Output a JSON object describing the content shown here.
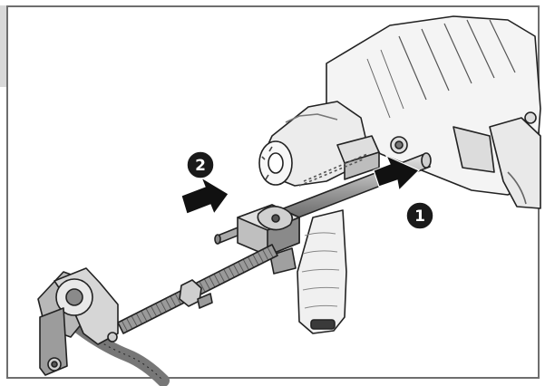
{
  "steps": [
    {
      "number": "1",
      "action": "push"
    },
    {
      "number": "2",
      "action": "slide"
    }
  ],
  "colors": {
    "outline": "#222222",
    "body": "#f2f2f2",
    "shade": "#c8c8c8",
    "dark": "#3a3a3a",
    "badge": "#1a1a1a"
  },
  "icons": [
    "hammer-drill",
    "depth-stop-rod",
    "dust-extraction-attachment",
    "push-arrow",
    "slide-arrow"
  ]
}
